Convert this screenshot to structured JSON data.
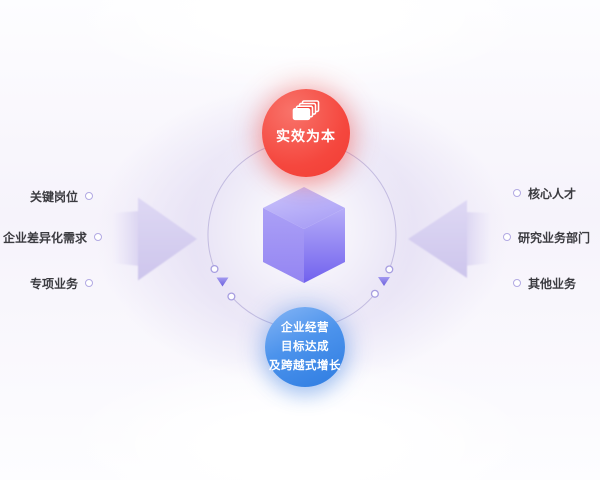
{
  "top_node": {
    "label": "实效为本",
    "icon": "stacked-cards-icon",
    "color": "#f5473e"
  },
  "bottom_node": {
    "line1": "企业经营",
    "line2": "目标达成",
    "line3": "及跨越式增长",
    "color": "#2e7ce1"
  },
  "left_items": [
    {
      "label": "关键岗位"
    },
    {
      "label": "企业差异化需求"
    },
    {
      "label": "专项业务"
    }
  ],
  "right_items": [
    {
      "label": "核心人才"
    },
    {
      "label": "研究业务部门"
    },
    {
      "label": "其他业务"
    }
  ],
  "colors": {
    "accent_red": "#f5473e",
    "accent_blue": "#2e7ce1",
    "cube_purple": "#8678f0",
    "arrow_lavender": "#d6cfef",
    "circle_line": "#c3bce0",
    "label_text": "#3b3b40",
    "background_lavender": "#e7e2f5"
  }
}
